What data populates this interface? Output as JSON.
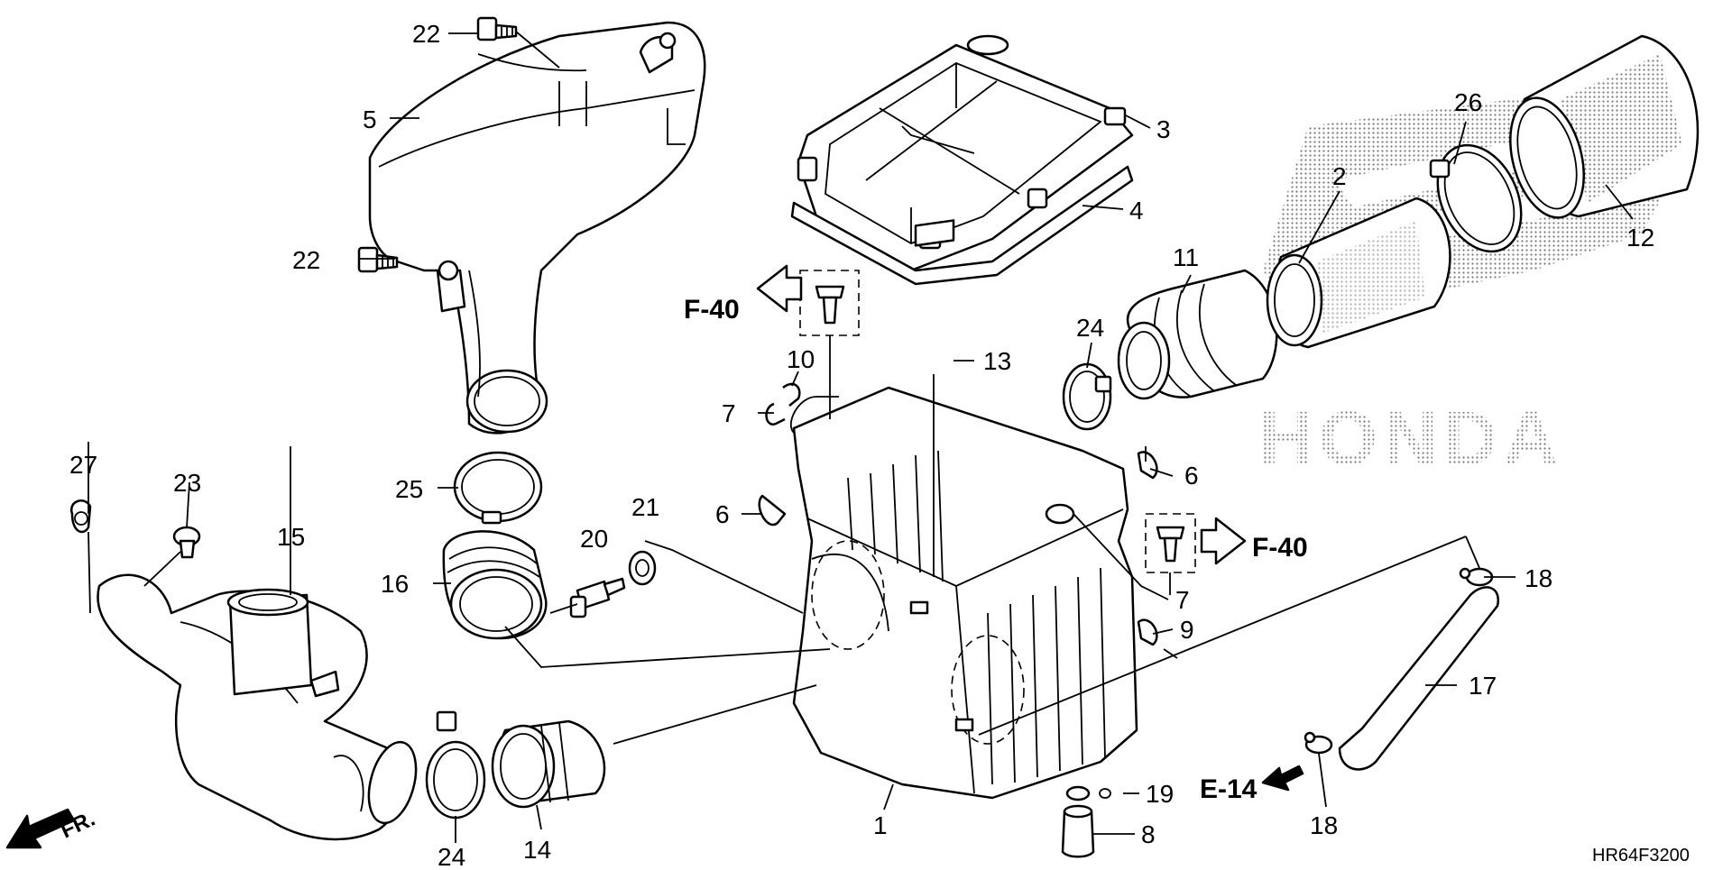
{
  "diagram": {
    "part_numbers": {
      "p1": "1",
      "p2": "2",
      "p3": "3",
      "p4": "4",
      "p5": "5",
      "p6a": "6",
      "p6b": "6",
      "p7a": "7",
      "p7b": "7",
      "p8": "8",
      "p9": "9",
      "p10": "10",
      "p11": "11",
      "p12": "12",
      "p13": "13",
      "p14": "14",
      "p15": "15",
      "p16": "16",
      "p17": "17",
      "p18a": "18",
      "p18b": "18",
      "p19": "19",
      "p20": "20",
      "p21": "21",
      "p22a": "22",
      "p22b": "22",
      "p23": "23",
      "p24a": "24",
      "p24b": "24",
      "p25": "25",
      "p26": "26",
      "p27": "27"
    },
    "references": {
      "f40_left": "F-40",
      "f40_right": "F-40",
      "e14": "E-14",
      "front": "FR."
    },
    "watermark": "HONDA",
    "diagram_code": "HR64F3200"
  }
}
